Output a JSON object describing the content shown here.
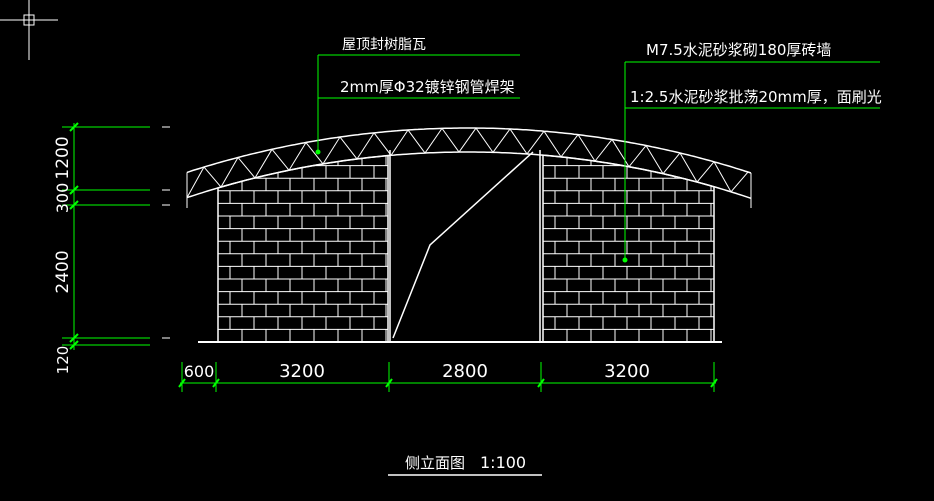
{
  "colors": {
    "background": "#000000",
    "structure": "#ffffff",
    "dimension": "#00ff00",
    "leader": "#00ff00",
    "text": "#ffffff"
  },
  "annotations": {
    "roof_material": "屋顶封树脂瓦",
    "truss_spec": "2mm厚Φ32镀锌钢管焊架",
    "wall_spec": "M7.5水泥砂浆砌180厚砖墙",
    "plaster_spec": "1:2.5水泥砂浆批荡20mm厚，面刷光"
  },
  "dimensions": {
    "horizontal": [
      "600",
      "3200",
      "2800",
      "3200"
    ],
    "vertical": [
      "1200",
      "300",
      "2400",
      "120"
    ]
  },
  "title": {
    "name": "侧立面图",
    "scale": "1:100"
  },
  "icons": {
    "crosshair": "cad-cursor-crosshair-icon"
  }
}
